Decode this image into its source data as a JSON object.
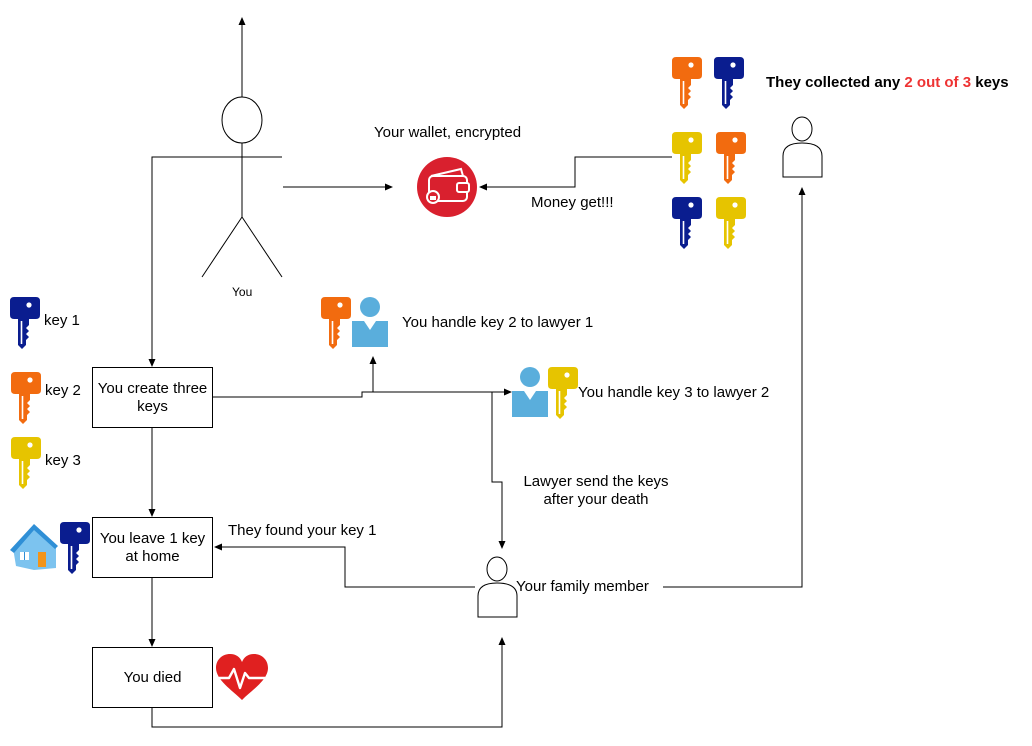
{
  "actors": {
    "you": {
      "label": "You"
    }
  },
  "nodes": {
    "create_keys": "You create three keys",
    "leave_key": "You leave 1 key at home",
    "died": "You died"
  },
  "keys_legend": [
    {
      "label": "key 1",
      "color": "#0a1d8f"
    },
    {
      "label": "key 2",
      "color": "#f26b0f"
    },
    {
      "label": "key 3",
      "color": "#e6c400"
    }
  ],
  "labels": {
    "wallet": "Your wallet, encrypted",
    "money": "Money get!!!",
    "lawyer1": "You handle key 2 to lawyer 1",
    "lawyer2": "You handle key 3 to lawyer 2",
    "lawyer_send_line1": "Lawyer send the keys",
    "lawyer_send_line2": "after your death",
    "found_key": "They found your key 1",
    "family": "Your family member"
  },
  "collected": {
    "prefix": "They collected any ",
    "highlight": "2 out of 3",
    "suffix": " keys"
  },
  "colors": {
    "key1": "#0a1d8f",
    "key2": "#f26b0f",
    "key3": "#e6c400",
    "wallet": "#d9202e",
    "person_icon": "#5aaedc",
    "heart": "#e02020",
    "highlight": "#ee3333"
  },
  "icons": [
    "wallet-lock-icon",
    "key-icon",
    "lawyer-person-icon",
    "house-icon",
    "heart-pulse-icon",
    "family-member-icon",
    "collector-person-icon"
  ]
}
